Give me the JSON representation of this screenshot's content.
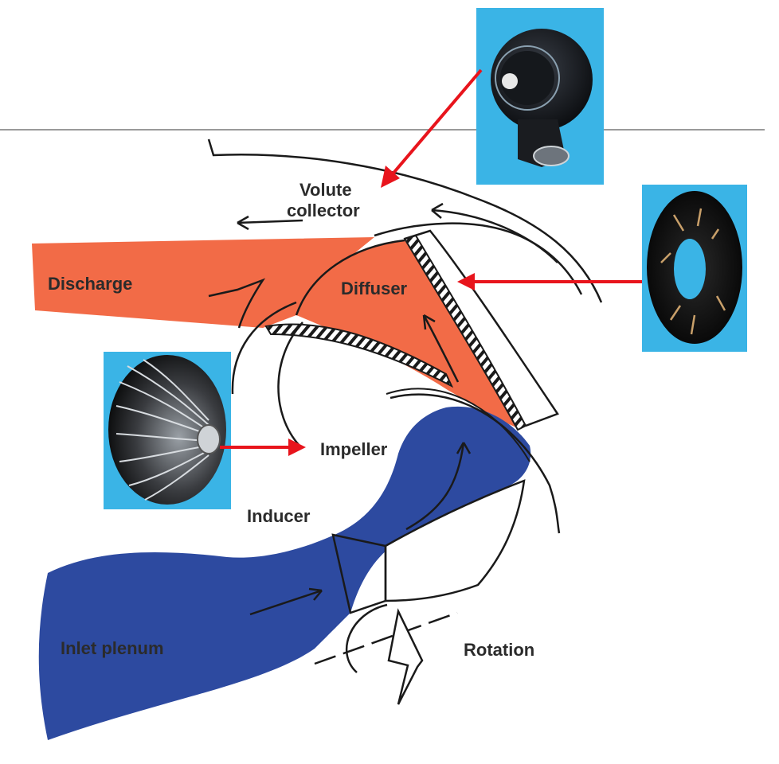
{
  "labels": {
    "volute_line1": "Volute",
    "volute_line2": "collector",
    "discharge": "Discharge",
    "diffuser": "Diffuser",
    "impeller": "Impeller",
    "inducer": "Inducer",
    "inlet_plenum": "Inlet plenum",
    "rotation": "Rotation"
  },
  "colors": {
    "discharge_fill": "#f26b47",
    "inlet_fill": "#2d4aa0",
    "photo_background": "#3ab4e6",
    "pointer_arrow": "#e8141c",
    "outline": "#1a1a1a"
  },
  "photos": [
    {
      "name": "volute-casing-photo",
      "icon": "volute-casing-icon"
    },
    {
      "name": "diffuser-ring-photo",
      "icon": "diffuser-ring-icon"
    },
    {
      "name": "impeller-wheel-photo",
      "icon": "impeller-wheel-icon"
    }
  ]
}
